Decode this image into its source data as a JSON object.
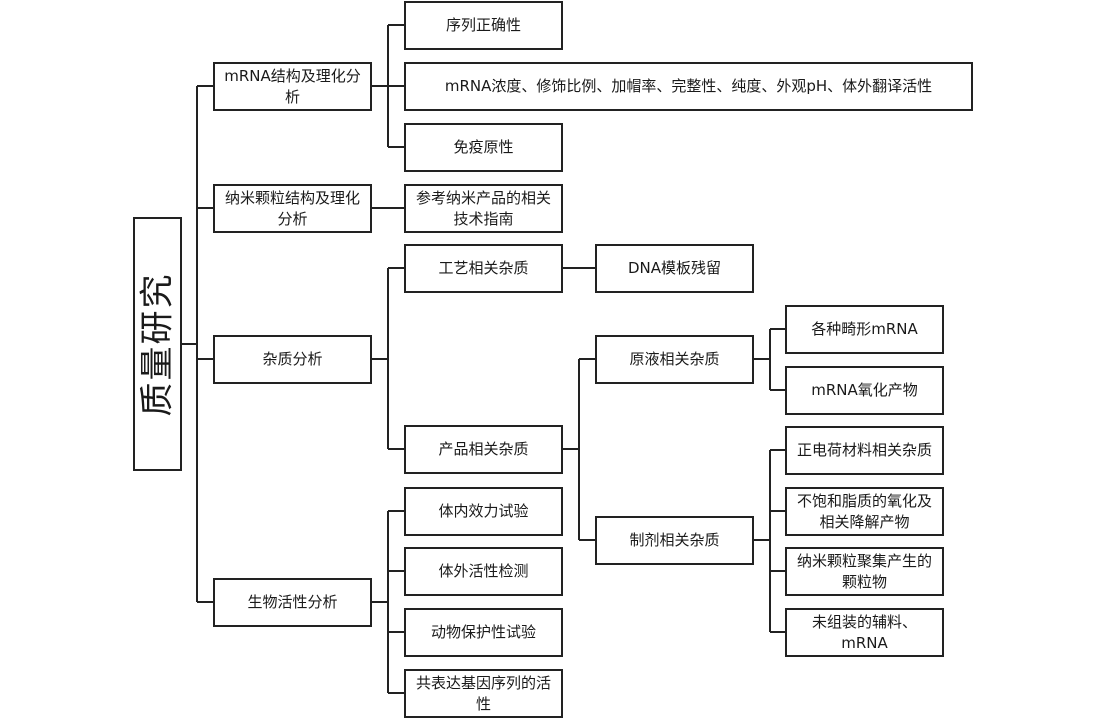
{
  "diagram": {
    "root": "质量研究",
    "branches": {
      "mrna": {
        "label": "mRNA结构及理化分析",
        "children": [
          "序列正确性",
          "mRNA浓度、修饰比例、加帽率、完整性、纯度、外观pH、体外翻译活性",
          "免疫原性"
        ]
      },
      "nano": {
        "label": "纳米颗粒结构及理化分析",
        "children": [
          "参考纳米产品的相关技术指南"
        ]
      },
      "impurity": {
        "label": "杂质分析",
        "process": {
          "label": "工艺相关杂质",
          "children": [
            "DNA模板残留"
          ]
        },
        "product": {
          "label": "产品相关杂质",
          "bulk": {
            "label": "原液相关杂质",
            "children": [
              "各种畸形mRNA",
              "mRNA氧化产物"
            ]
          },
          "formulation": {
            "label": "制剂相关杂质",
            "children": [
              "正电荷材料相关杂质",
              "不饱和脂质的氧化及相关降解产物",
              "纳米颗粒聚集产生的颗粒物",
              "未组装的辅料、mRNA"
            ]
          }
        }
      },
      "bio": {
        "label": "生物活性分析",
        "children": [
          "体内效力试验",
          "体外活性检测",
          "动物保护性试验",
          "共表达基因序列的活性"
        ]
      }
    }
  }
}
